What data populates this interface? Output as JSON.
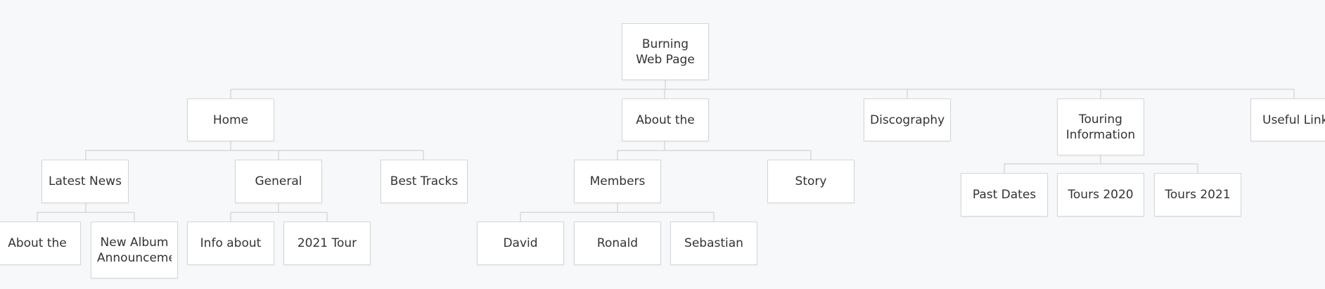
{
  "sitemap": {
    "root": "Burning Web Page",
    "home": "Home",
    "latest_news": "Latest News",
    "about_the_news": "About the",
    "new_album": "New Album\nAnnounceme",
    "general": "General",
    "info_about": "Info about",
    "tour_2021_home": "2021 Tour",
    "best_tracks": "Best Tracks",
    "about_the": "About the",
    "members": "Members",
    "david": "David",
    "ronald": "Ronald",
    "sebastian": "Sebastian",
    "story": "Story",
    "discography": "Discography",
    "touring": "Touring\nInformation",
    "past_dates": "Past Dates",
    "tours_2020": "Tours 2020",
    "tours_2021": "Tours 2021",
    "useful_links": "Useful Links"
  },
  "colors": {
    "background": "#f7f8fa",
    "node_fill": "#ffffff",
    "node_border": "#d4d6d9",
    "connector": "#cfd1d4",
    "text": "#333333"
  }
}
